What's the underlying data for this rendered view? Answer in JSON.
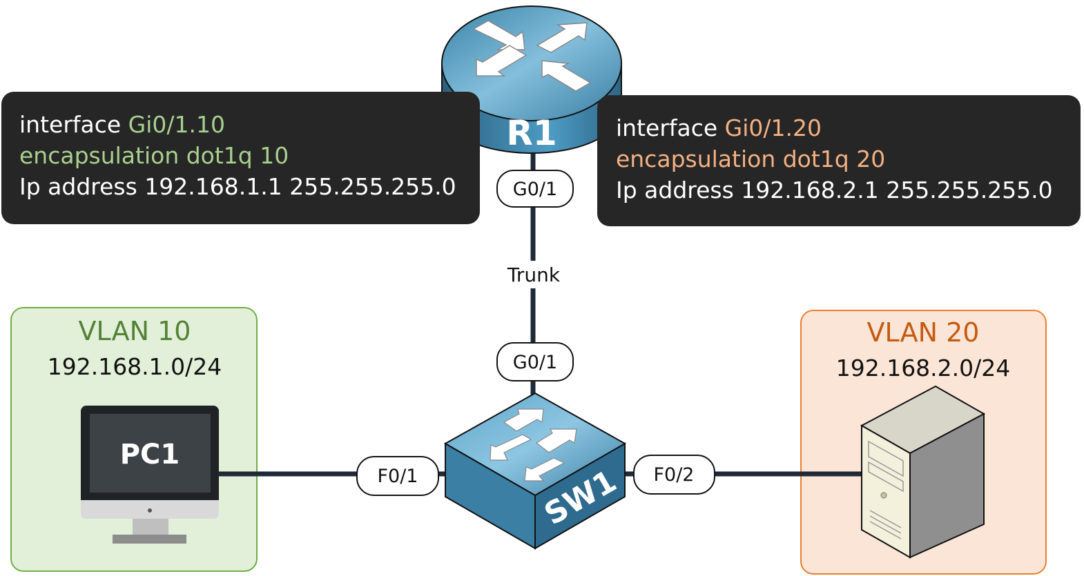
{
  "colors": {
    "vlan10_accent": "#548235",
    "vlan10_text_on_dark": "#a9d18e",
    "vlan10_fill": "#e2f0d9",
    "vlan10_border": "#70ad47",
    "vlan20_accent": "#c55a11",
    "vlan20_text_on_dark": "#f4b183",
    "vlan20_fill": "#fbe5d6",
    "vlan20_border": "#ed7d31",
    "config_box": "#262626",
    "device_blue": "#3f88ad",
    "link": "#1f2a36"
  },
  "router": {
    "name": "R1",
    "icon": "router-icon"
  },
  "switch": {
    "name": "SW1",
    "icon": "switch-icon"
  },
  "pc": {
    "name": "PC1",
    "icon": "desktop-icon"
  },
  "server": {
    "icon": "server-icon"
  },
  "config_left": {
    "line1_prefix": "interface ",
    "line1_value": "Gi0/1.10",
    "line2": "encapsulation dot1q 10",
    "line3": "Ip address 192.168.1.1 255.255.255.0"
  },
  "config_right": {
    "line1_prefix": "interface ",
    "line1_value": "Gi0/1.20",
    "line2": "encapsulation dot1q 20",
    "line3": "Ip address 192.168.2.1 255.255.255.0"
  },
  "links": {
    "r1_port": "G0/1",
    "trunk_label": "Trunk",
    "sw1_uplink_port": "G0/1",
    "sw1_pc_port": "F0/1",
    "sw1_server_port": "F0/2"
  },
  "vlan10": {
    "title": "VLAN 10",
    "subnet": "192.168.1.0/24"
  },
  "vlan20": {
    "title": "VLAN 20",
    "subnet": "192.168.2.0/24"
  }
}
